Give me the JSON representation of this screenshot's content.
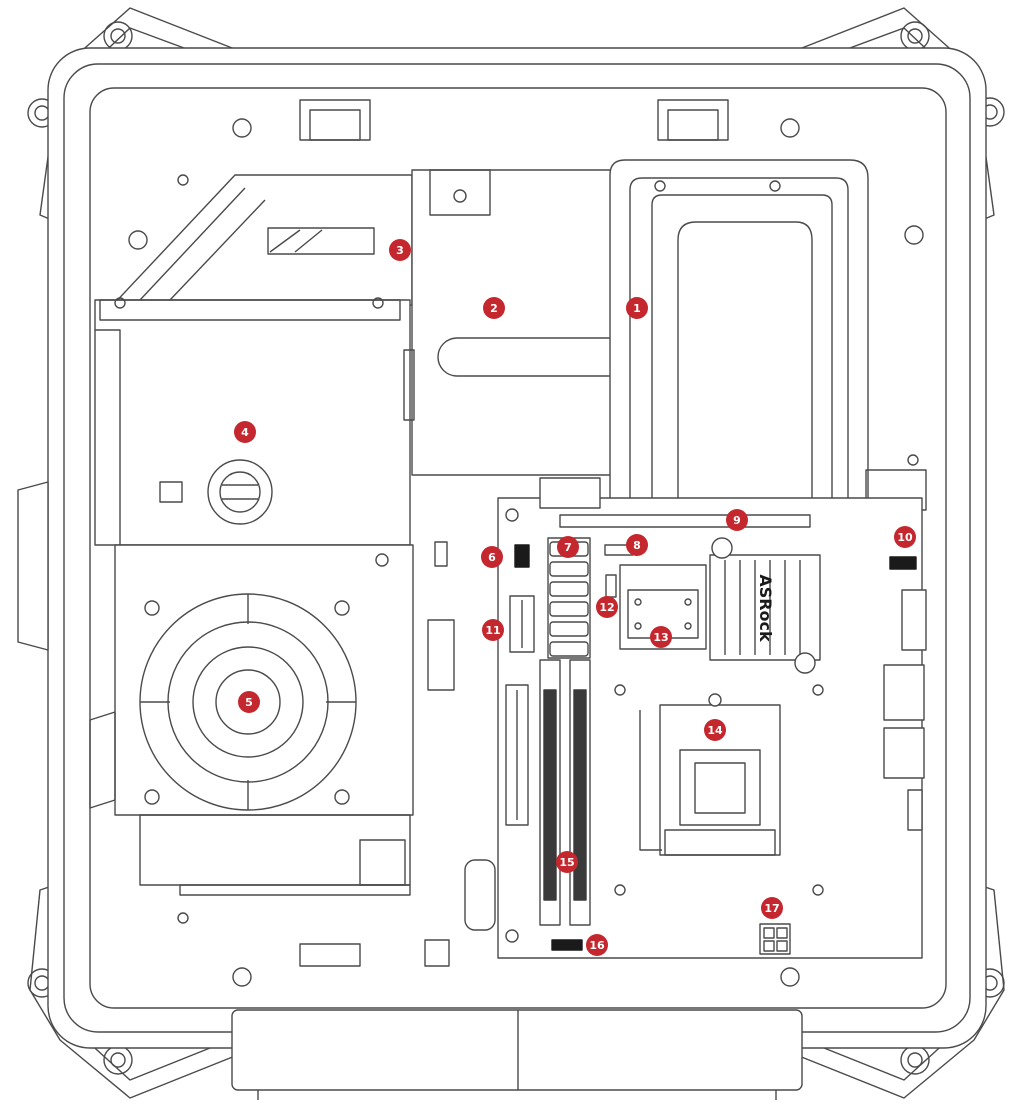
{
  "colors": {
    "line": "#4a4a4a",
    "fill": "#ffffff",
    "callout": "#c4282e",
    "callout_text": "#ffffff",
    "dark": "#1a1a1a"
  },
  "callouts": [
    {
      "label": "1",
      "part": "cpu-cooler-heatpipe"
    },
    {
      "label": "2",
      "part": "expansion-card-slot-area"
    },
    {
      "label": "3",
      "part": "drive-bay-latch"
    },
    {
      "label": "4",
      "part": "optical-drive-bay"
    },
    {
      "label": "5",
      "part": "power-supply-fan"
    },
    {
      "label": "6",
      "part": "header"
    },
    {
      "label": "7",
      "part": "sata-connectors"
    },
    {
      "label": "8",
      "part": "header"
    },
    {
      "label": "9",
      "part": "pcie-slot"
    },
    {
      "label": "10",
      "part": "header"
    },
    {
      "label": "11",
      "part": "usb-header"
    },
    {
      "label": "12",
      "part": "header"
    },
    {
      "label": "13",
      "part": "m2-slot"
    },
    {
      "label": "14",
      "part": "cpu-socket"
    },
    {
      "label": "15",
      "part": "memory-slots"
    },
    {
      "label": "16",
      "part": "header"
    },
    {
      "label": "17",
      "part": "power-connector"
    }
  ],
  "brand_mark": "ASRock"
}
